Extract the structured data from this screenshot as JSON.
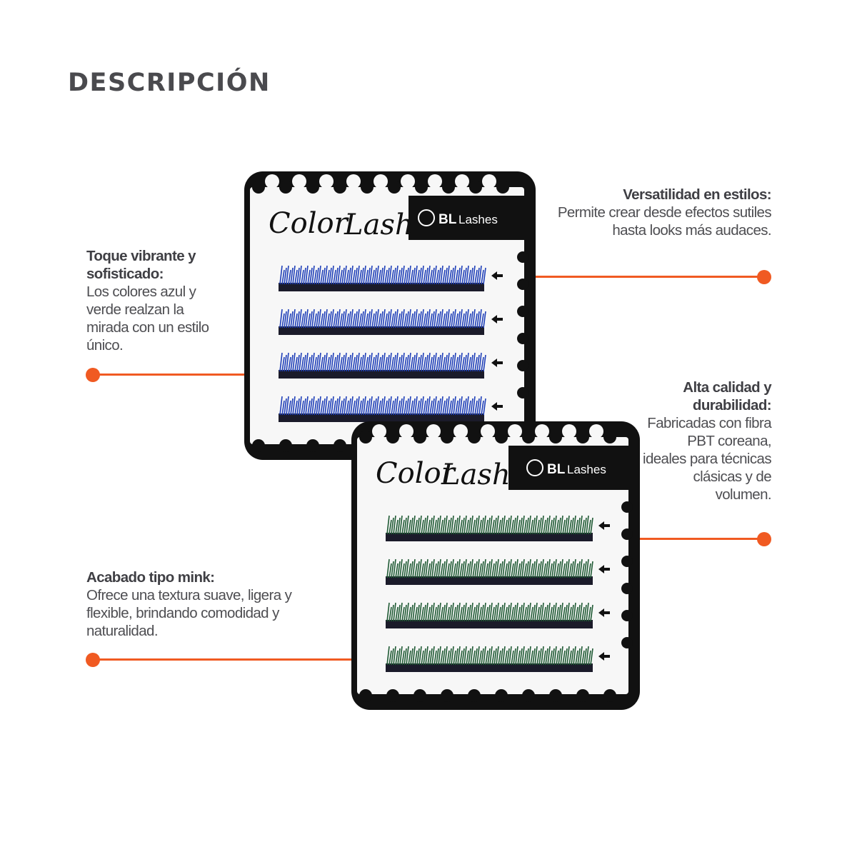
{
  "heading": "DESCRIPCIÓN",
  "features": [
    {
      "title": "Toque vibrante y sofisticado:",
      "body": "Los colores azul y verde realzan la mirada con un estilo único."
    },
    {
      "title": "Versatilidad en estilos:",
      "body": "Permite crear desde efectos sutiles hasta looks más audaces."
    },
    {
      "title": "Alta calidad y durabilidad:",
      "body": "Fabricadas con fibra PBT coreana, ideales para técnicas clásicas y de volumen."
    },
    {
      "title": "Acabado tipo mink:",
      "body": "Ofrece una textura suave, ligera y flexible, brindando comodidad y naturalidad."
    }
  ],
  "product": {
    "script_color": "Color",
    "script_lash": "Lash",
    "brand_initials": "BL",
    "brand_word": "Lashes",
    "variants": [
      {
        "name": "blue",
        "lash_color": "#1f3fb8",
        "strips": 4
      },
      {
        "name": "green",
        "lash_color": "#1f5a34",
        "strips": 4
      }
    ]
  },
  "colors": {
    "accent": "#f05a22",
    "text": "#4a4a4a",
    "card_frame": "#111111"
  }
}
